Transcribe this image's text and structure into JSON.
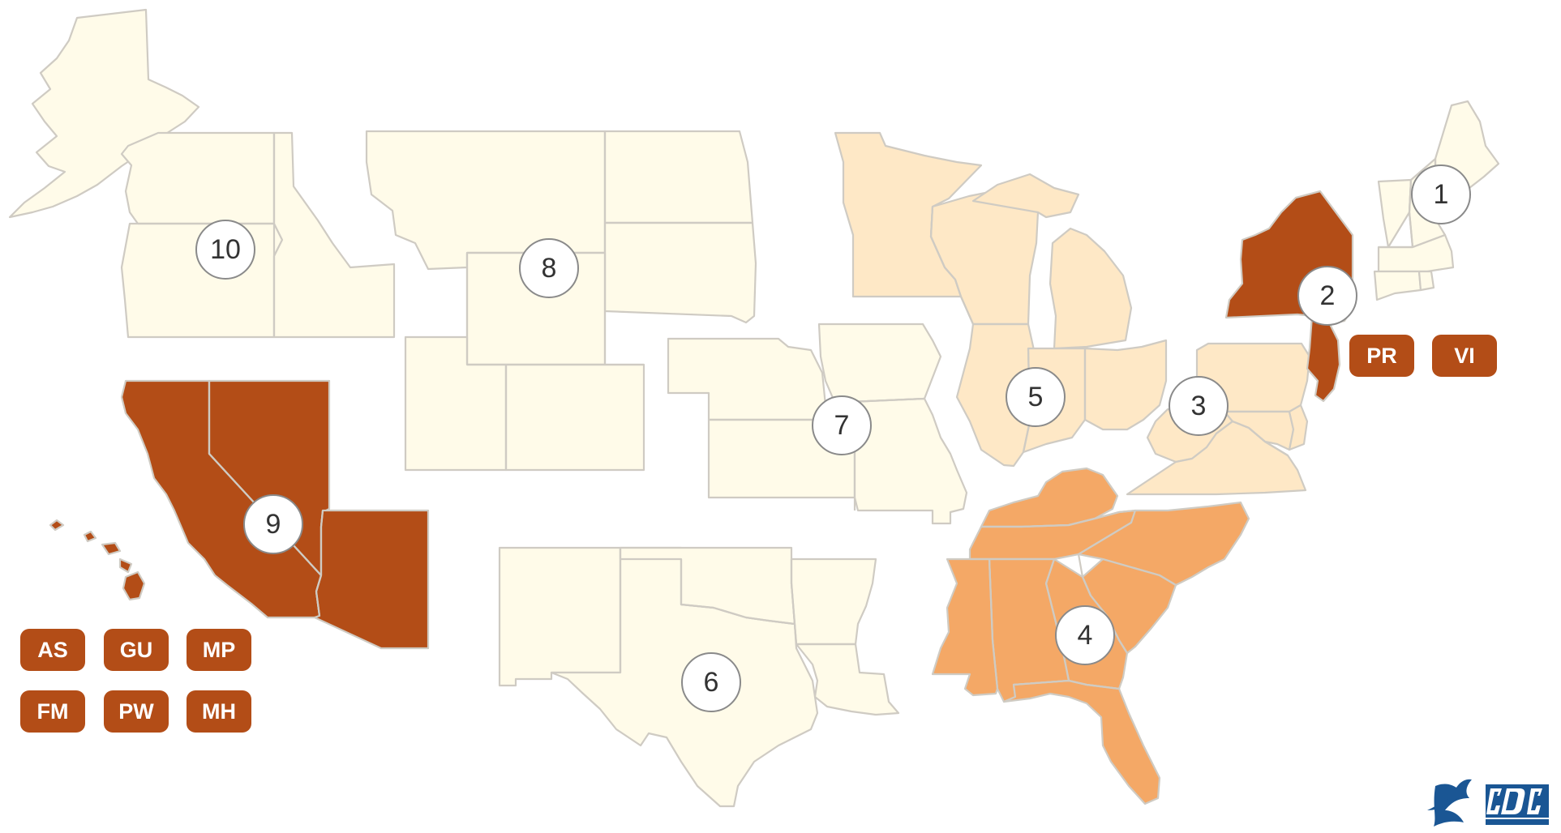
{
  "map": {
    "colors": {
      "lightest": "#fffbe9",
      "light": "#fee8c6",
      "medium": "#f4a866",
      "dark": "#b34d17",
      "state_border": "#cfcbc3"
    },
    "regions": [
      {
        "key": "r1",
        "label": "1",
        "level": "lightest"
      },
      {
        "key": "r2",
        "label": "2",
        "level": "dark"
      },
      {
        "key": "r3",
        "label": "3",
        "level": "light"
      },
      {
        "key": "r4",
        "label": "4",
        "level": "medium"
      },
      {
        "key": "r5",
        "label": "5",
        "level": "light"
      },
      {
        "key": "r6",
        "label": "6",
        "level": "lightest"
      },
      {
        "key": "r7",
        "label": "7",
        "level": "lightest"
      },
      {
        "key": "r8",
        "label": "8",
        "level": "lightest"
      },
      {
        "key": "r9",
        "label": "9",
        "level": "dark"
      },
      {
        "key": "r10",
        "label": "10",
        "level": "lightest"
      }
    ],
    "territories": [
      {
        "key": "pr",
        "label": "PR",
        "level": "dark"
      },
      {
        "key": "vi",
        "label": "VI",
        "level": "dark"
      },
      {
        "key": "as",
        "label": "AS",
        "level": "dark"
      },
      {
        "key": "gu",
        "label": "GU",
        "level": "dark"
      },
      {
        "key": "mp",
        "label": "MP",
        "level": "dark"
      },
      {
        "key": "fm",
        "label": "FM",
        "level": "dark"
      },
      {
        "key": "pw",
        "label": "PW",
        "level": "dark"
      },
      {
        "key": "mh",
        "label": "MH",
        "level": "dark"
      }
    ],
    "logos": [
      "hhs-eagle-icon",
      "cdc-logo"
    ]
  }
}
